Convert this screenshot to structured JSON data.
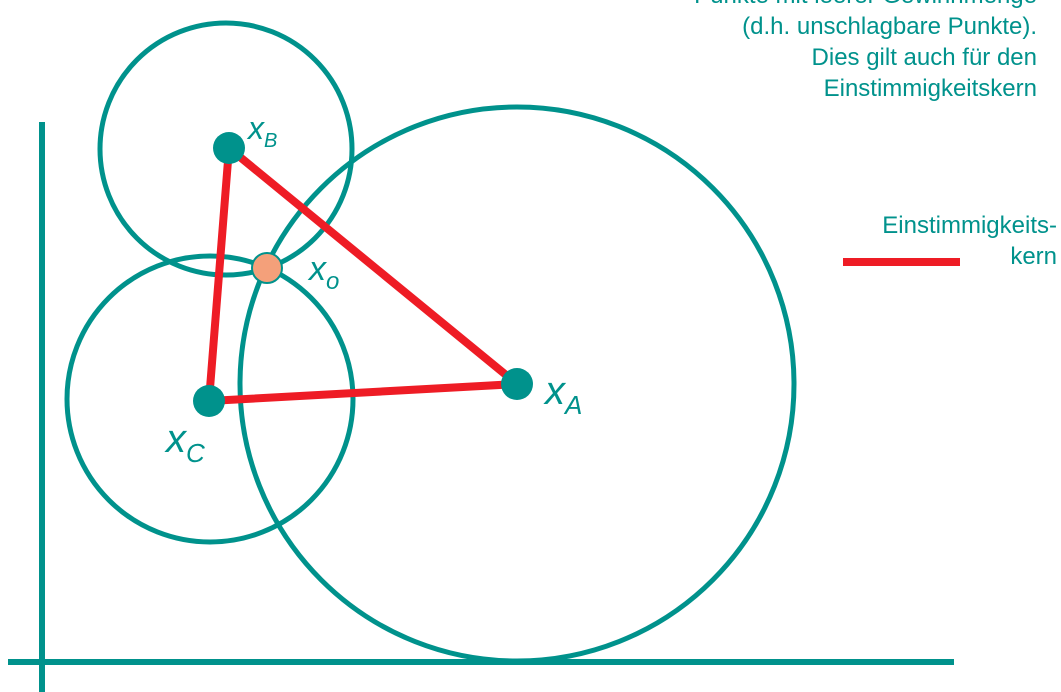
{
  "caption": {
    "lines": [
      "Punkte mit leerer Gewinnmenge",
      "(d.h. unschlagbare Punkte).",
      "Dies gilt auch für den",
      "Einstimmigkeitskern"
    ]
  },
  "legend": {
    "line1": "Einstimmigkeits-",
    "line2": "kern",
    "color": "#ee1c25"
  },
  "points": {
    "A": {
      "label": "x",
      "sub": "A"
    },
    "B": {
      "label": "x",
      "sub": "B"
    },
    "C": {
      "label": "x",
      "sub": "C"
    },
    "O": {
      "label": "x",
      "sub": "o"
    }
  },
  "colors": {
    "teal": "#00928c",
    "red": "#ee1c25",
    "ideal_point": "#00928c",
    "equilibrium_point": "#f4a07a"
  }
}
